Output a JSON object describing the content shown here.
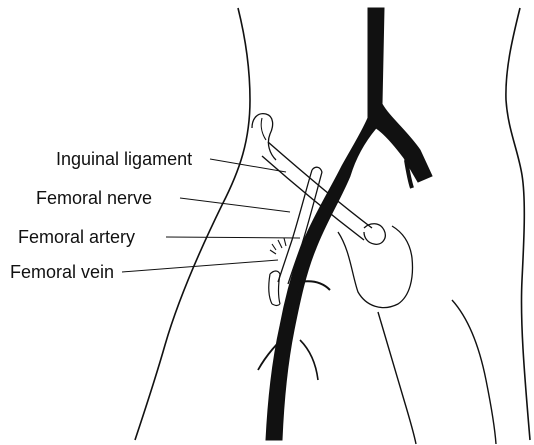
{
  "labels": {
    "inguinal_ligament": "Inguinal ligament",
    "femoral_nerve": "Femoral nerve",
    "femoral_artery": "Femoral artery",
    "femoral_vein": "Femoral vein"
  },
  "colors": {
    "ink": "#111111",
    "background": "#ffffff"
  }
}
